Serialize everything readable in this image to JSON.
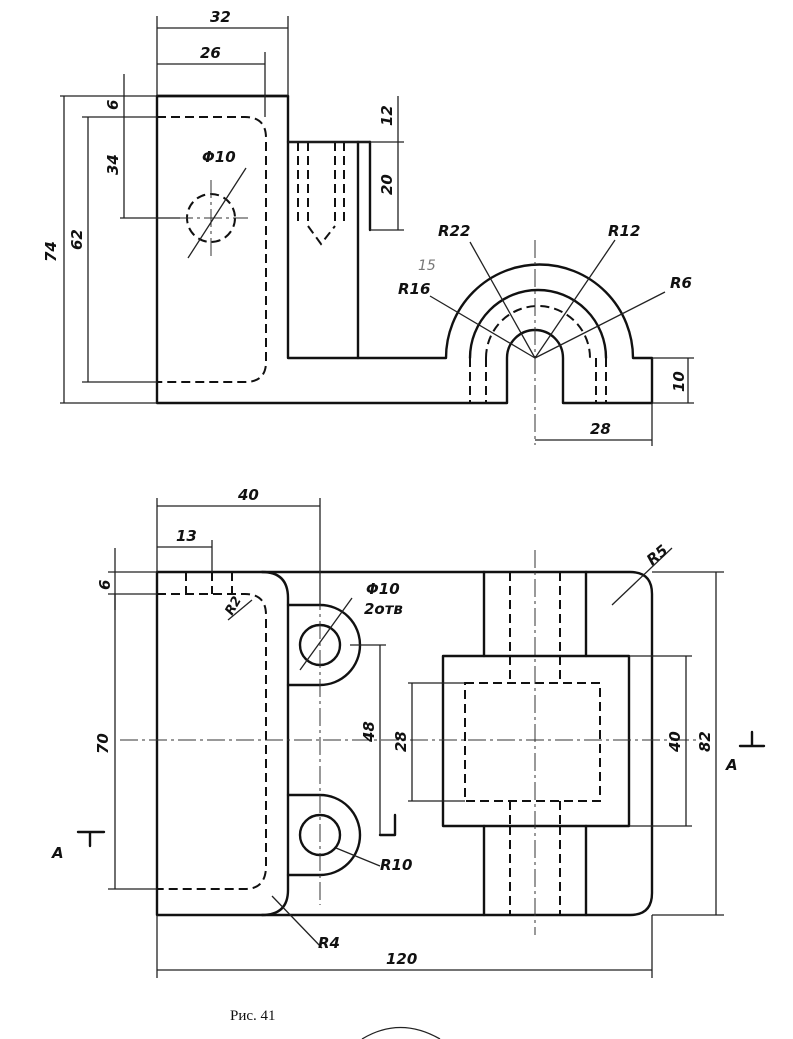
{
  "caption": "Рис. 41",
  "pencil_note": "15",
  "front_view": {
    "dims": {
      "w32": "32",
      "w26": "26",
      "h6": "6",
      "h34": "34",
      "h74": "74",
      "h62": "62",
      "h12": "12",
      "h20": "20",
      "d10": "Φ10",
      "r22": "R22",
      "r12": "R12",
      "r16": "R16",
      "r6": "R6",
      "h10": "10",
      "w28": "28"
    }
  },
  "top_view": {
    "dims": {
      "w40": "40",
      "w13": "13",
      "h6": "6",
      "r2": "R2",
      "d10": "Φ10",
      "holes": "2отв",
      "r5": "R5",
      "h70": "70",
      "h48": "48",
      "h28": "28",
      "h40": "40",
      "h82": "82",
      "r10": "R10",
      "r4": "R4",
      "w120": "120",
      "sec_a_left": "A",
      "sec_a_right": "A"
    }
  }
}
